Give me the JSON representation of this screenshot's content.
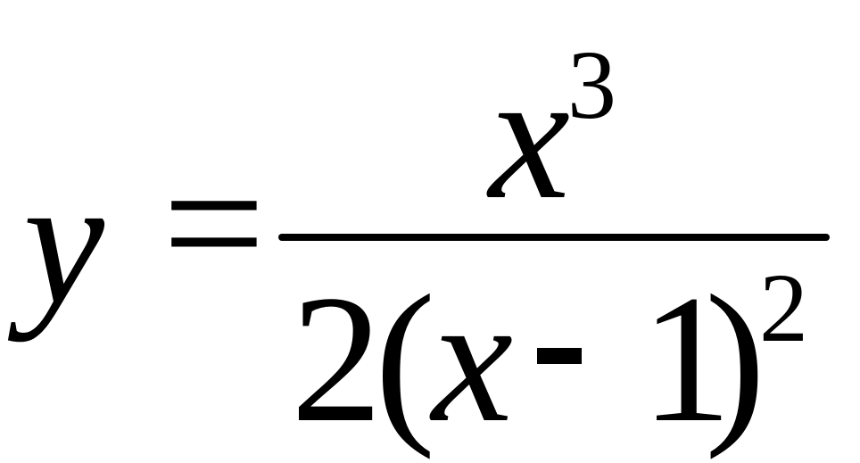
{
  "formula": {
    "lhs_variable": "y",
    "equals_sign": "=",
    "numerator": {
      "variable": "x",
      "exponent": "3"
    },
    "denominator": {
      "coefficient": "2",
      "open_paren": "(",
      "variable": "x",
      "operator": "-",
      "constant": "1",
      "close_paren": ")",
      "exponent": "2"
    }
  }
}
